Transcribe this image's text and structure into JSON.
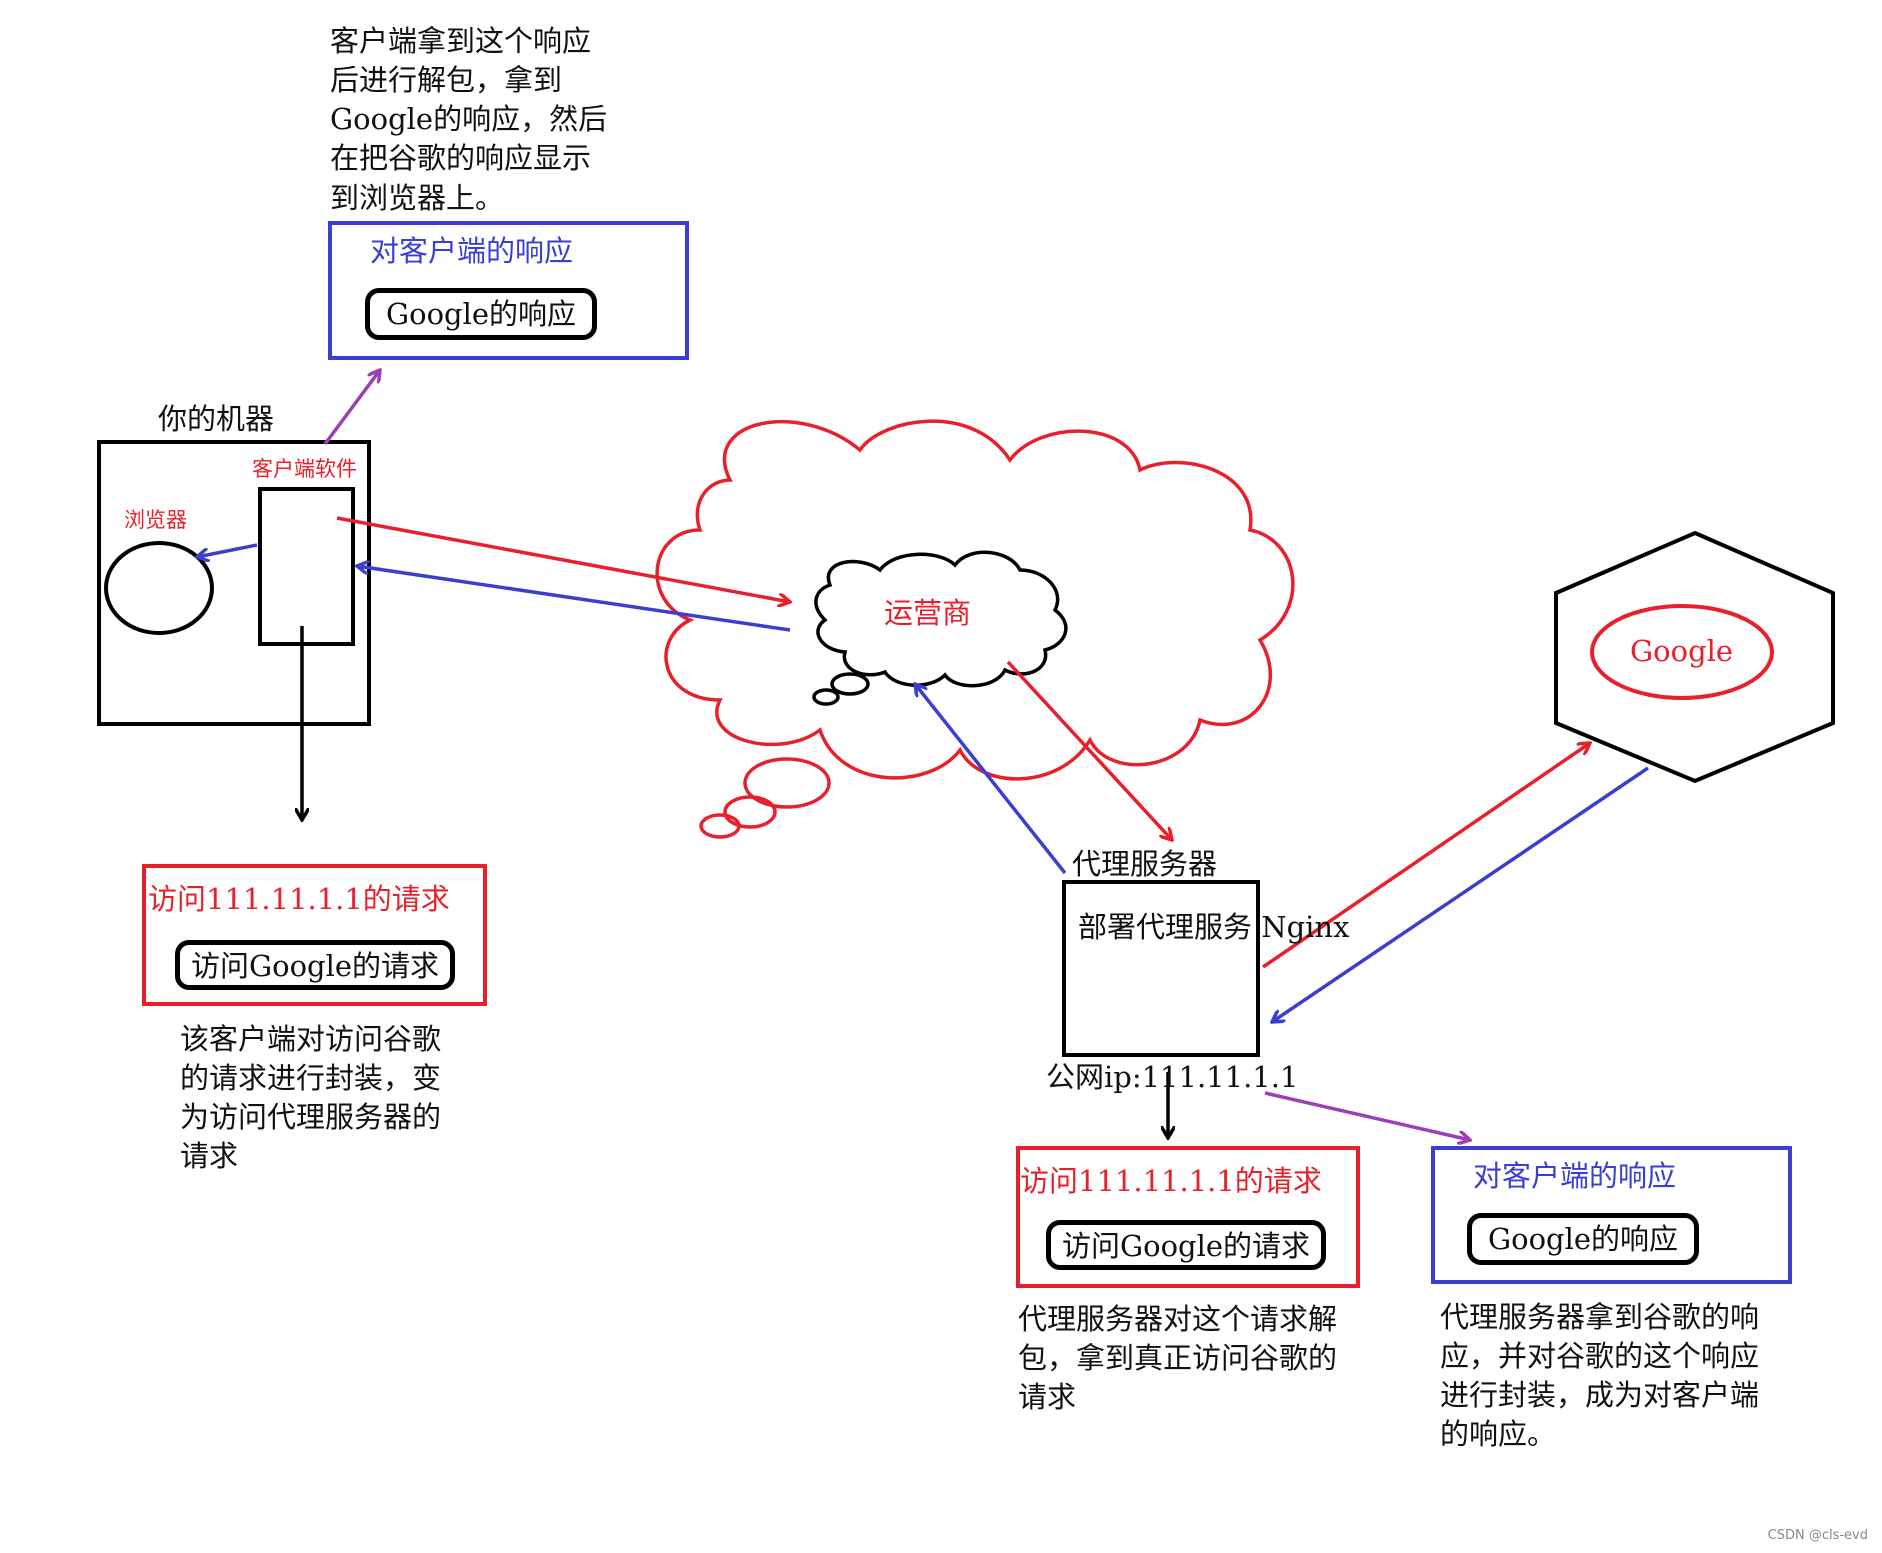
{
  "client_note": "客户端拿到这个响应\n后进行解包，拿到\nGoogle的响应，然后\n在把谷歌的响应显示\n到浏览器上。",
  "client_response_box": {
    "title": "对客户端的响应",
    "inner": "Google的响应"
  },
  "machine": {
    "title": "你的机器",
    "client_software": "客户端软件",
    "browser": "浏览器"
  },
  "isp": {
    "label": "运营商"
  },
  "client_request_box": {
    "title": "访问111.11.1.1的请求",
    "inner": "访问Google的请求"
  },
  "client_request_note": "该客户端对访问谷歌\n的请求进行封装，变\n为访问代理服务器的\n请求",
  "proxy": {
    "title": "代理服务器",
    "body": "部署代理服务\nNginx",
    "ip": "公网ip:111.11.1.1"
  },
  "proxy_request_box": {
    "title": "访问111.11.1.1的请求",
    "inner": "访问Google的请求"
  },
  "proxy_request_note": "代理服务器对这个请求解\n包，拿到真正访问谷歌的\n请求",
  "proxy_response_box": {
    "title": "对客户端的响应",
    "inner": "Google的响应"
  },
  "proxy_response_note": "代理服务器拿到谷歌的响\n应，并对谷歌的这个响应\n进行封装，成为对客户端\n的响应。",
  "google": {
    "label": "Google"
  },
  "watermark": "CSDN @cls-evd",
  "colors": {
    "red": "#e8202c",
    "blue": "#3b3fd0",
    "purple": "#9b3fb6",
    "black": "#000000"
  }
}
